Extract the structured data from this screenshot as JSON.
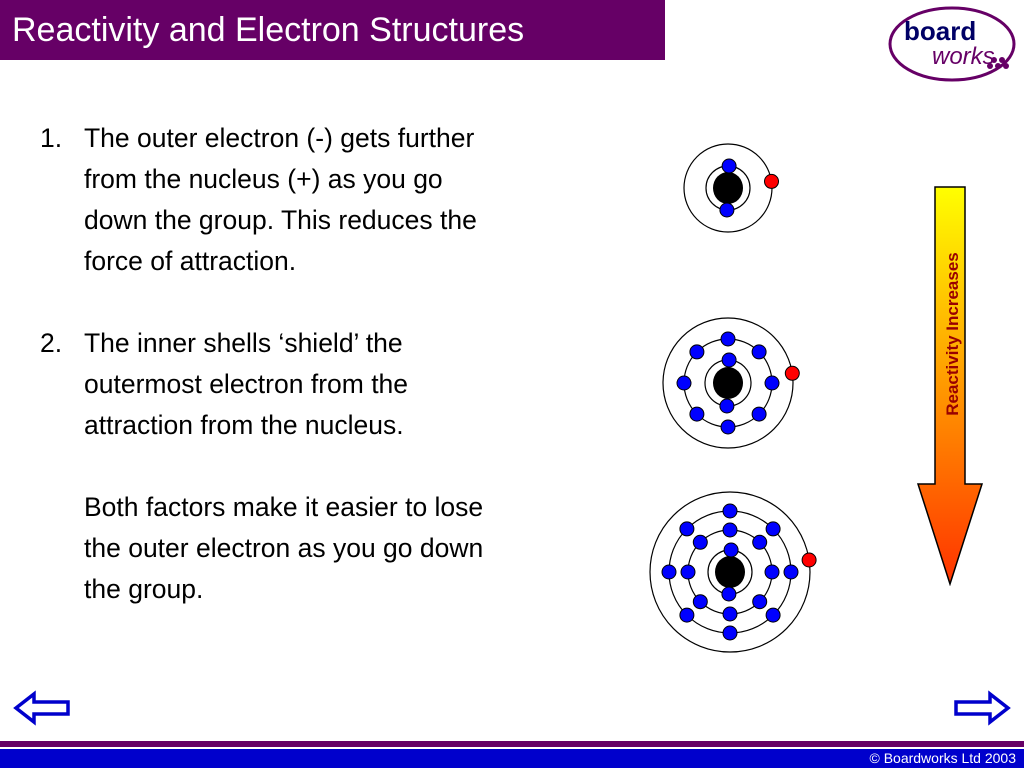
{
  "slide": {
    "title": "Reactivity and Electron Structures",
    "logo": {
      "word1": "board",
      "word2": "works"
    },
    "points": [
      {
        "number": "1.",
        "lines": [
          "The outer electron (-) gets further",
          "from the nucleus (+) as you go",
          "down the group. This reduces the",
          "force of attraction."
        ]
      },
      {
        "number": "2.",
        "lines": [
          "The inner shells ‘shield’ the",
          "outermost electron from the",
          "attraction from the nucleus."
        ]
      }
    ],
    "conclusion_lines": [
      "Both factors make it easier to lose",
      "the outer electron as you go down",
      "the group."
    ],
    "arrow_label": "Reactivity Increases",
    "colors": {
      "title_bg": "#660066",
      "electron": "#0000ff",
      "outer_electron": "#ff0000",
      "nucleus": "#000000",
      "arrow_top": "#ffff00",
      "arrow_bottom": "#ff3300",
      "arrow_label": "#990000",
      "nav_arrow": "#0000cc"
    },
    "atoms": [
      {
        "shells": [
          2,
          1
        ]
      },
      {
        "shells": [
          2,
          8,
          1
        ]
      },
      {
        "shells": [
          2,
          8,
          8,
          1
        ]
      }
    ],
    "footer": {
      "copyright": "© Boardworks Ltd 2003"
    },
    "nav": {
      "back_icon": "back-arrow-icon",
      "forward_icon": "forward-arrow-icon"
    }
  }
}
